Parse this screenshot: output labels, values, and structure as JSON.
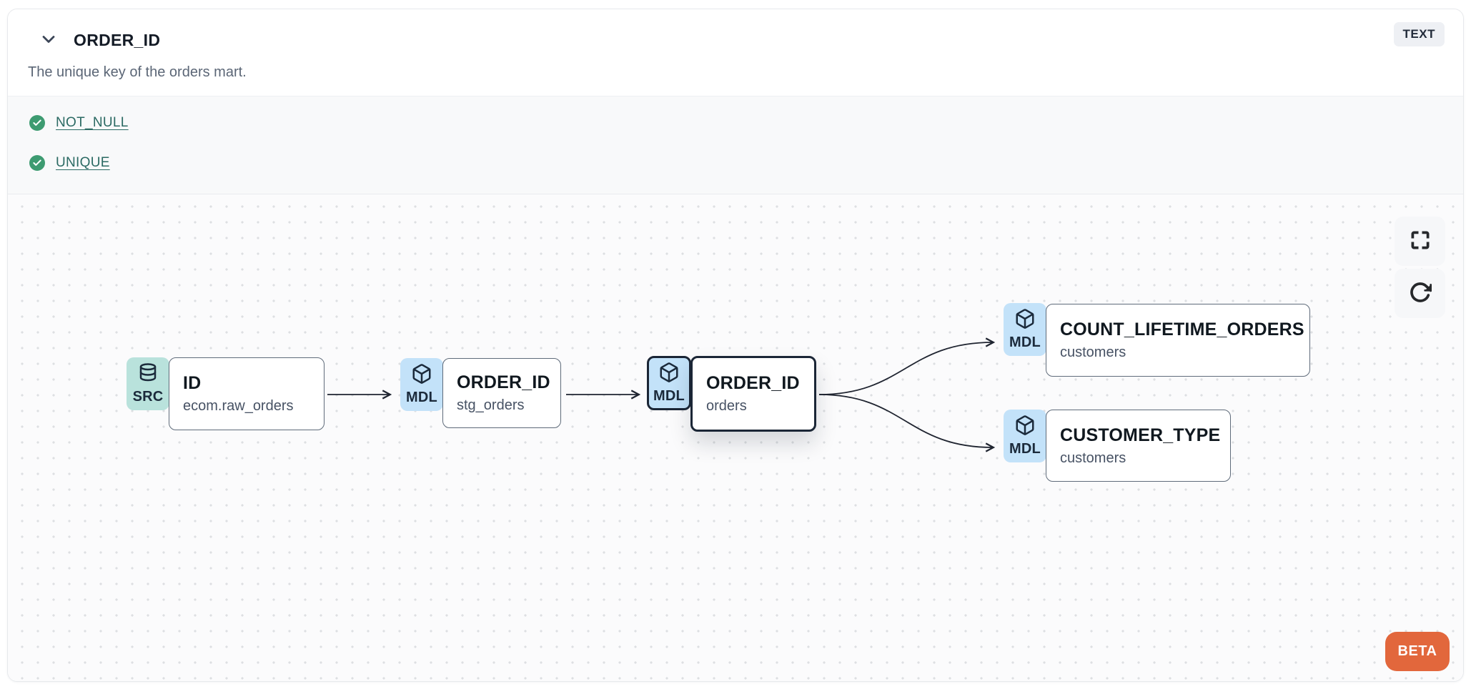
{
  "header": {
    "title": "ORDER_ID",
    "type_badge": "TEXT",
    "description": "The unique key of the orders mart."
  },
  "tests": {
    "items": [
      {
        "label": "NOT_NULL",
        "status": "pass"
      },
      {
        "label": "UNIQUE",
        "status": "pass"
      }
    ]
  },
  "lineage": {
    "nodes": [
      {
        "badge": "SRC",
        "icon": "database-icon",
        "title": "ID",
        "subtitle": "ecom.raw_orders",
        "selected": false
      },
      {
        "badge": "MDL",
        "icon": "cube-icon",
        "title": "ORDER_ID",
        "subtitle": "stg_orders",
        "selected": false
      },
      {
        "badge": "MDL",
        "icon": "cube-icon",
        "title": "ORDER_ID",
        "subtitle": "orders",
        "selected": true
      },
      {
        "badge": "MDL",
        "icon": "cube-icon",
        "title": "COUNT_LIFETIME_ORDERS",
        "subtitle": "customers",
        "selected": false
      },
      {
        "badge": "MDL",
        "icon": "cube-icon",
        "title": "CUSTOMER_TYPE",
        "subtitle": "customers",
        "selected": false
      }
    ],
    "beta_label": "BETA"
  },
  "colors": {
    "src_badge": "#b9e2dc",
    "mdl_badge": "#c3e2f9",
    "check_green": "#3d9b71",
    "link_teal": "#2b6a63",
    "beta_orange": "#e2673c",
    "selected_border": "#1b2636"
  }
}
